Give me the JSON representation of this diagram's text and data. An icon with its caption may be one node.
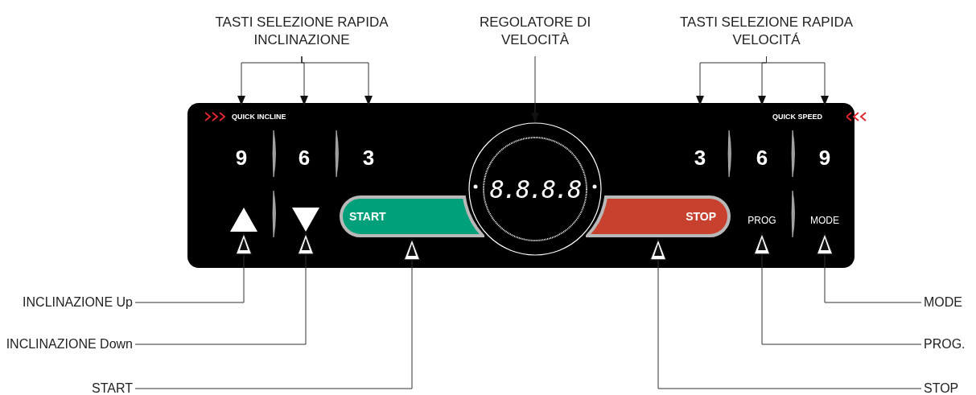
{
  "diagram": {
    "nodes": [
      {
        "text": [
          "QUICK INCLINE",
          "QUICK SPEED"
        ]
      },
      {
        "text": [
          "9"
        ],
        "in": 0
      },
      {
        "text": [
          "6"
        ],
        "in": 0
      },
      {
        "text": [
          "3"
        ],
        "in": 0
      },
      {
        "text": [],
        "shape": "triangle",
        "in": 0
      },
      {
        "text": [],
        "shape": "triangle",
        "in": 0
      },
      {
        "text": [
          "START"
        ],
        "in": 0
      },
      {
        "text": [
          "8.8.8.8"
        ],
        "in": 0
      },
      {
        "text": [
          "STOP"
        ],
        "in": 0
      },
      {
        "text": [
          "3"
        ],
        "in": 0
      },
      {
        "text": [
          "6"
        ],
        "in": 0
      },
      {
        "text": [
          "9"
        ],
        "in": 0
      },
      {
        "text": [
          "PROG"
        ],
        "in": 0
      },
      {
        "text": [
          "MODE"
        ],
        "in": 0
      },
      {
        "text": [
          "TASTI SELEZIONE RAPIDA INCLINAZIONE"
        ]
      },
      {
        "text": [
          "REGOLATORE DI VELOCITÀ"
        ]
      },
      {
        "text": [
          "TASTI SELEZIONE RAPIDA VELOCITÁ"
        ]
      },
      {
        "text": [
          "INCLINAZIONE Up"
        ]
      },
      {
        "text": [
          "INCLINAZIONE Down"
        ]
      },
      {
        "text": [
          "START"
        ]
      },
      {
        "text": [
          "MODE"
        ]
      },
      {
        "text": [
          "PROG."
        ]
      },
      {
        "text": [
          "STOP"
        ]
      }
    ],
    "edges": [
      {
        "from": 14,
        "to": 1,
        "arrow": "to"
      },
      {
        "from": 14,
        "to": 2,
        "arrow": "to"
      },
      {
        "from": 14,
        "to": 3,
        "arrow": "to"
      },
      {
        "from": 15,
        "to": 7,
        "arrow": "to"
      },
      {
        "from": 16,
        "to": 9,
        "arrow": "to"
      },
      {
        "from": 16,
        "to": 10,
        "arrow": "to"
      },
      {
        "from": 16,
        "to": 11,
        "arrow": "to"
      },
      {
        "from": 17,
        "to": 4,
        "arrow": "to"
      },
      {
        "from": 18,
        "to": 5,
        "arrow": "to"
      },
      {
        "from": 19,
        "to": 6,
        "arrow": "to"
      },
      {
        "from": 20,
        "to": 13,
        "arrow": "to"
      },
      {
        "from": 21,
        "to": 12,
        "arrow": "to"
      },
      {
        "from": 22,
        "to": 8,
        "arrow": "to"
      }
    ]
  }
}
